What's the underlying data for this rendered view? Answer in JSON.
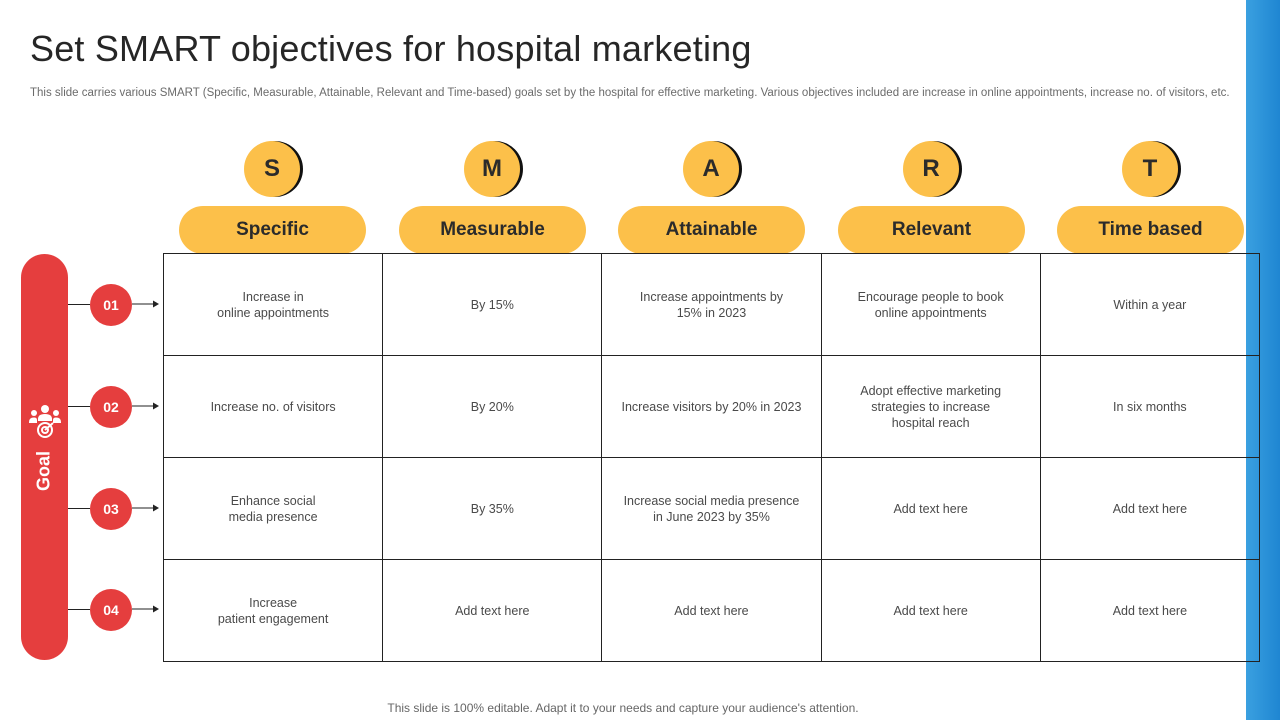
{
  "title": "Set SMART objectives for hospital marketing",
  "subtitle": "This slide carries various SMART (Specific, Measurable, Attainable, Relevant and Time-based) goals set by the hospital for effective marketing. Various objectives included are increase in online appointments, increase no. of visitors, etc.",
  "columns": [
    {
      "letter": "S",
      "label": "Specific"
    },
    {
      "letter": "M",
      "label": "Measurable"
    },
    {
      "letter": "A",
      "label": "Attainable"
    },
    {
      "letter": "R",
      "label": "Relevant"
    },
    {
      "letter": "T",
      "label": "Time based"
    }
  ],
  "goal": {
    "label": "Goal",
    "icon": "people-target-icon",
    "rows": [
      {
        "num": "01",
        "cells": [
          "Increase in\nonline appointments",
          "By 15%",
          "Increase appointments by\n15% in 2023",
          "Encourage people to book\nonline appointments",
          "Within a year"
        ]
      },
      {
        "num": "02",
        "cells": [
          "Increase no. of visitors",
          "By 20%",
          "Increase visitors by 20% in 2023",
          "Adopt effective marketing\nstrategies to increase\nhospital reach",
          "In six months"
        ]
      },
      {
        "num": "03",
        "cells": [
          "Enhance social\nmedia presence",
          "By 35%",
          "Increase social media presence\nin June 2023 by 35%",
          "Add text here",
          "Add text here"
        ]
      },
      {
        "num": "04",
        "cells": [
          "Increase\npatient engagement",
          "Add text here",
          "Add text here",
          "Add text here",
          "Add text here"
        ]
      }
    ]
  },
  "footer": "This slide is 100% editable. Adapt it to your needs and capture your audience's attention.",
  "colors": {
    "accent_yellow": "#fcc04a",
    "accent_red": "#e53e3e",
    "side_bar_blue": "#1f86d2"
  }
}
